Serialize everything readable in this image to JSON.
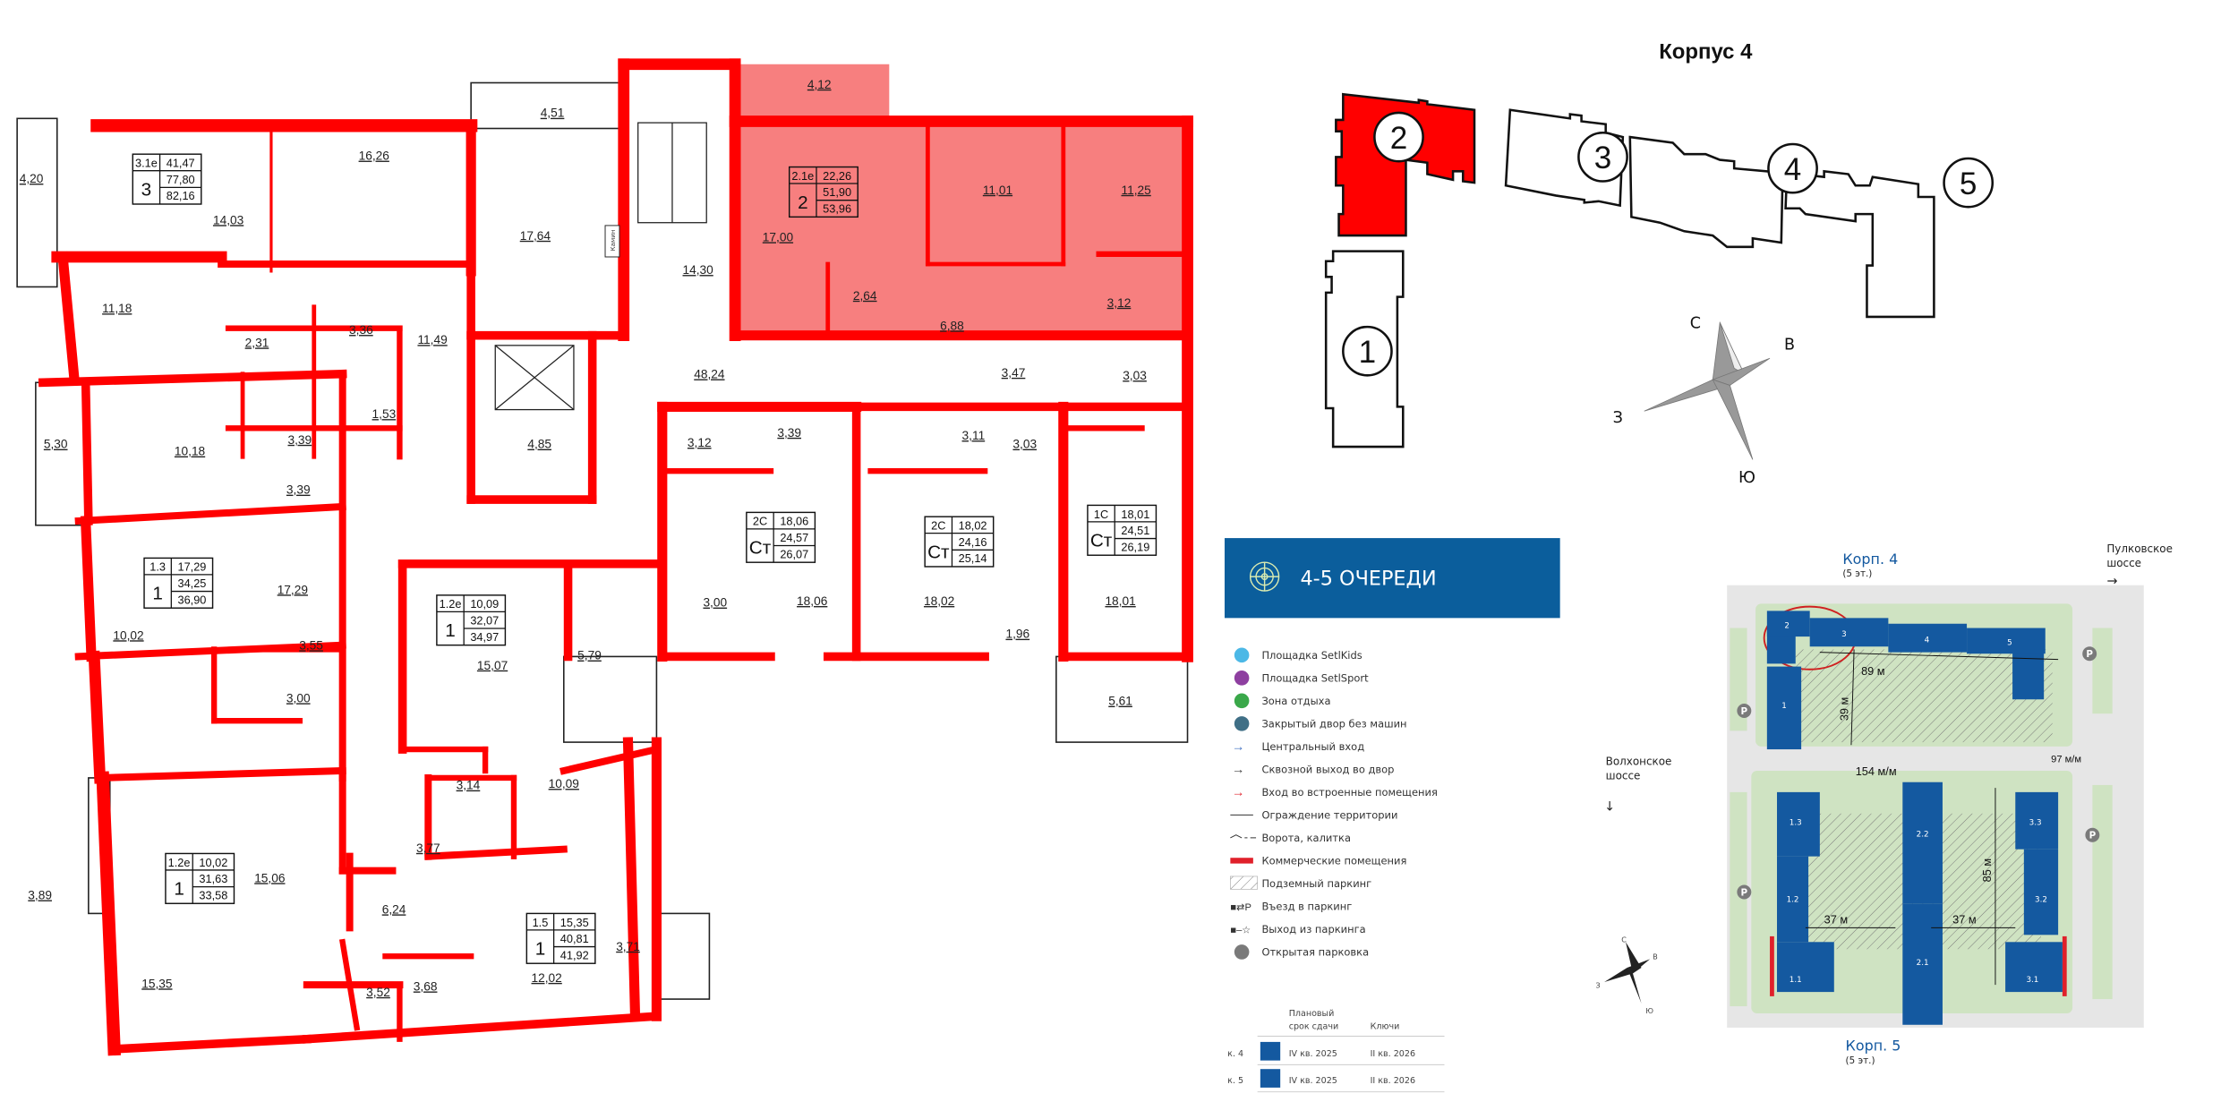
{
  "colors": {
    "wall": "#ff0000",
    "selected_fill": "#f77f7f",
    "banner": "#0b5e9c",
    "building_blue": "#1459a0",
    "park_green": "#cfe3c2"
  },
  "plan": {
    "rooms": [
      "4,20",
      "14,03",
      "16,26",
      "17,64",
      "4,51",
      "11,18",
      "2,31",
      "3,36",
      "11,49",
      "1,53",
      "5,30",
      "10,18",
      "3,39",
      "3,39",
      "4,85",
      "14,30",
      "48,24",
      "4,12",
      "17,00",
      "11,01",
      "11,25",
      "6,88",
      "2,64",
      "3,12",
      "3,47",
      "3,03",
      "3,12",
      "3,39",
      "3,11",
      "3,03",
      "18,06",
      "18,02",
      "3,00",
      "1,96",
      "18,01",
      "5,61",
      "17,29",
      "10,02",
      "3,55",
      "3,00",
      "5,79",
      "15,07",
      "3,14",
      "10,09",
      "3,77",
      "3,89",
      "15,06",
      "6,24",
      "15,35",
      "3,52",
      "3,68",
      "12,02",
      "3,71"
    ],
    "apartments": [
      {
        "type": "3.1е",
        "rooms": "3",
        "living": "41,47",
        "total": "77,80",
        "total_full": "82,16"
      },
      {
        "type": "2.1е",
        "rooms": "2",
        "living": "22,26",
        "total": "51,90",
        "total_full": "53,96"
      },
      {
        "type": "2С",
        "rooms": "Ст",
        "living": "18,06",
        "total": "24,57",
        "total_full": "26,07"
      },
      {
        "type": "2С",
        "rooms": "Ст",
        "living": "18,02",
        "total": "24,16",
        "total_full": "25,14"
      },
      {
        "type": "1С",
        "rooms": "Ст",
        "living": "18,01",
        "total": "24,51",
        "total_full": "26,19"
      },
      {
        "type": "1.3",
        "rooms": "1",
        "living": "17,29",
        "total": "34,25",
        "total_full": "36,90"
      },
      {
        "type": "1.2е",
        "rooms": "1",
        "living": "10,09",
        "total": "32,07",
        "total_full": "34,97"
      },
      {
        "type": "1.2е",
        "rooms": "1",
        "living": "10,02",
        "total": "31,63",
        "total_full": "33,58"
      },
      {
        "type": "1.5",
        "rooms": "1",
        "living": "15,35",
        "total": "40,81",
        "total_full": "41,92"
      }
    ],
    "fireplace_label": "Камин"
  },
  "key_plan": {
    "title": "Корпус 4",
    "sections": [
      "1",
      "2",
      "3",
      "4",
      "5"
    ],
    "selected_section": "2",
    "compass": {
      "n": "С",
      "e": "В",
      "w": "З",
      "s": "Ю"
    }
  },
  "legend": {
    "banner": "4-5 ОЧЕРЕДИ",
    "items": [
      {
        "icon": "slide-icon",
        "color": "#4cb8e6",
        "label": "Площадка SetlKids"
      },
      {
        "icon": "dumbbell-icon",
        "color": "#8e3fa0",
        "label": "Площадка SetlSport"
      },
      {
        "icon": "bench-icon",
        "color": "#3aa84a",
        "label": "Зона отдыха"
      },
      {
        "icon": "no-car-icon",
        "color": "#3f6f86",
        "label": "Закрытый двор без машин"
      },
      {
        "icon": "blue-arrow-icon",
        "color": "#3b6cc0",
        "label": "Центральный вход"
      },
      {
        "icon": "gray-arrow-icon",
        "color": "#444444",
        "label": "Сквозной выход во двор"
      },
      {
        "icon": "red-arrow-icon",
        "color": "#e0202a",
        "label": "Вход во встроенные помещения"
      },
      {
        "icon": "fence-line-icon",
        "color": "#333333",
        "label": "Ограждение территории"
      },
      {
        "icon": "gate-icon",
        "color": "#333333",
        "label": "Ворота, калитка"
      },
      {
        "icon": "red-bar-icon",
        "color": "#e0202a",
        "label": "Коммерческие помещения"
      },
      {
        "icon": "hatch-icon",
        "color": "#888888",
        "label": "Подземный паркинг"
      },
      {
        "icon": "parking-entry-icon",
        "color": "#333333",
        "label": "Въезд в паркинг"
      },
      {
        "icon": "parking-exit-icon",
        "color": "#333333",
        "label": "Выход из паркинга"
      },
      {
        "icon": "parking-p-icon",
        "color": "#7a7a7a",
        "label": "Открытая парковка"
      }
    ],
    "schedule": {
      "headers": [
        "Плановый",
        "срок сдачи",
        "Ключи"
      ],
      "rows": [
        {
          "label": "к. 4",
          "color": "#1459a0",
          "delivery": "IV кв. 2025",
          "keys": "II кв. 2026"
        },
        {
          "label": "к. 5",
          "color": "#1459a0",
          "delivery": "IV кв. 2025",
          "keys": "II кв. 2026"
        }
      ]
    }
  },
  "site_plan": {
    "korp4": "Корп. 4",
    "korp4_floors": "(5 эт.)",
    "korp5": "Корп. 5",
    "korp5_floors": "(5 эт.)",
    "road_east": [
      "Пулковское",
      "шоссе"
    ],
    "road_west": [
      "Волхонское",
      "шоссе"
    ],
    "buildings": [
      "2",
      "3",
      "4",
      "5",
      "1",
      "1.3",
      "1.2",
      "1.1",
      "2.2",
      "2.1",
      "3.3",
      "3.2",
      "3.1"
    ],
    "distances": [
      "89 м",
      "39 м",
      "154 м/м",
      "97 м/м",
      "85 м",
      "37 м",
      "37 м"
    ],
    "parking": "P"
  }
}
